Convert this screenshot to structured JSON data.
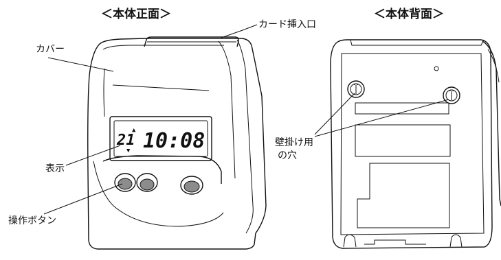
{
  "headings": {
    "front": "＜本体正面＞",
    "back": "＜本体背面＞"
  },
  "callouts": {
    "card_slot": "カード挿入口",
    "cover": "カバー",
    "display": "表示",
    "buttons": "操作ボタン",
    "wall_holes_line1": "壁掛け用",
    "wall_holes_line2": "の穴"
  },
  "display": {
    "day": "21",
    "time": "10:08",
    "up_arrow": "▲",
    "down_arrow": "▼"
  },
  "colors": {
    "line": "#111111",
    "button_fill": "#8c8c8c",
    "background": "#ffffff"
  }
}
